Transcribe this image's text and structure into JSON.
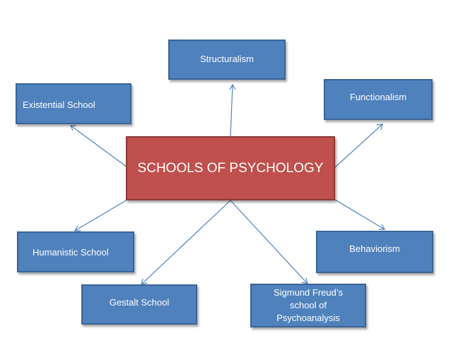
{
  "diagram": {
    "center": "SCHOOLS OF PSYCHOLOGY",
    "nodes": {
      "structuralism": "Structuralism",
      "existential": "Existential School",
      "functionalism": "Functionalism",
      "humanistic": "Humanistic School",
      "behaviorism": "Behaviorism",
      "gestalt": "Gestalt School",
      "freud_line1": "Sigmund Freud’s",
      "freud_line2": "school of",
      "freud_line3": "Psychoanalysis"
    }
  },
  "colors": {
    "node_fill": "#4f81bd",
    "center_fill": "#c0504d",
    "arrow": "#4f81bd"
  }
}
